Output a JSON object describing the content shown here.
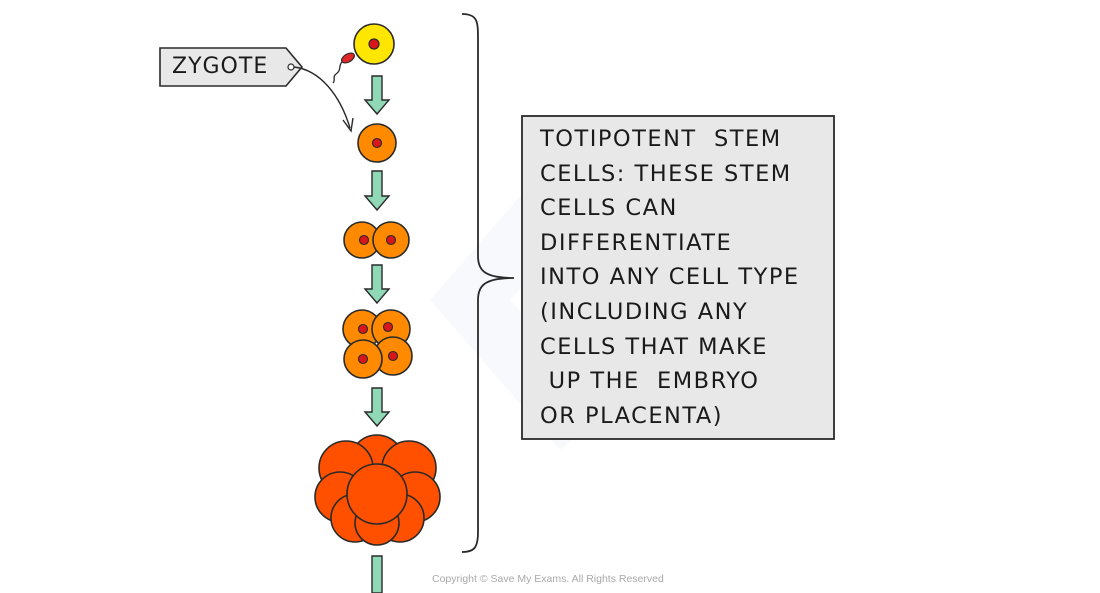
{
  "zygote_label": "ZYGOTE",
  "description_lines": [
    "TOTIPOTENT  STEM",
    "CELLS: THESE STEM",
    "CELLS CAN",
    "DIFFERENTIATE",
    "INTO ANY CELL TYPE",
    "(INCLUDING ANY",
    "CELLS THAT MAKE",
    " UP THE  EMBRYO",
    "OR PLACENTA)"
  ],
  "copyright": "Copyright © Save My Exams. All Rights Reserved",
  "colors": {
    "egg_fill": "#ffe600",
    "sperm_fill": "#e0282a",
    "cell_fill": "#ff8a00",
    "morula_fill": "#ff5000",
    "nucleus_fill": "#d9161c",
    "arrow_fill": "#8fd9b6",
    "box_fill": "#e8e8e8",
    "outline": "#2a2a2a"
  }
}
